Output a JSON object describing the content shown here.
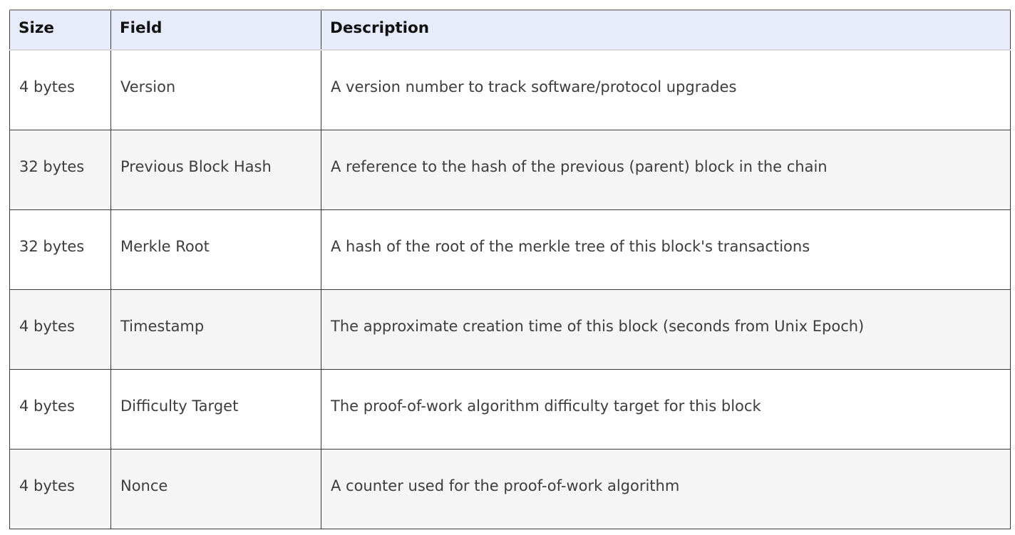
{
  "colors": {
    "header_bg": "#e7ebfa",
    "header_text": "#111111",
    "header_divider": "#d9d9d9",
    "table_top_border": "#9c9c9c",
    "border_dark": "#3c3c3c",
    "body_text": "#3d3d3d",
    "row_bg": "#ffffff",
    "stripe_bg": "#f5f5f5"
  },
  "table": {
    "columns": [
      {
        "key": "size",
        "label": "Size"
      },
      {
        "key": "field",
        "label": "Field"
      },
      {
        "key": "description",
        "label": "Description"
      }
    ],
    "rows": [
      {
        "size": "4 bytes",
        "field": "Version",
        "description": "A version number to track software/protocol upgrades"
      },
      {
        "size": "32 bytes",
        "field": "Previous Block Hash",
        "description": "A reference to the hash of the previous (parent) block in the chain"
      },
      {
        "size": "32 bytes",
        "field": "Merkle Root",
        "description": "A hash of the root of the merkle tree of this block's transactions"
      },
      {
        "size": "4 bytes",
        "field": "Timestamp",
        "description": "The approximate creation time of this block (seconds from Unix Epoch)"
      },
      {
        "size": "4 bytes",
        "field": "Difficulty Target",
        "description": "The proof-of-work algorithm difficulty target for this block"
      },
      {
        "size": "4 bytes",
        "field": "Nonce",
        "description": "A counter used for the proof-of-work algorithm"
      }
    ]
  }
}
